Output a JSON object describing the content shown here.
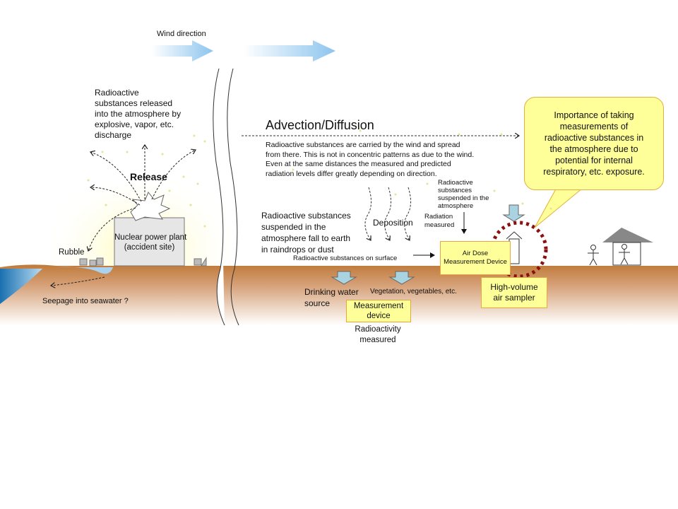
{
  "wind": {
    "label": "Wind direction"
  },
  "release": {
    "description": [
      "Radioactive",
      "substances released",
      "into the atmosphere by",
      "explosive, vapor, etc.",
      "discharge"
    ],
    "title": "Release",
    "plant": [
      "Nuclear power plant",
      "(accident site)"
    ],
    "rubble": "Rubble",
    "seepage": "Seepage into seawater ?"
  },
  "advection": {
    "title": "Advection/Diffusion",
    "text": [
      "Radioactive substances are carried by the wind and spread",
      "from there. This is not in concentric patterns  as due to the wind.",
      "Even at the same distances the measured and predicted",
      "radiation levels differ greatly depending on direction."
    ]
  },
  "deposition": {
    "fall_text": [
      "Radioactive substances",
      "suspended in the",
      "atmosphere fall to earth",
      "in raindrops or dust"
    ],
    "label": "Deposition",
    "surface": "Radioactive substances on surface",
    "suspended": [
      "Radioactive",
      "substances",
      "suspended in the",
      "atmosphere"
    ],
    "radiation_measured": [
      "Radiation",
      "measured"
    ]
  },
  "devices": {
    "air_dose": [
      "Air Dose",
      "Measurement Device"
    ],
    "high_volume": [
      "High-volume",
      "air sampler"
    ],
    "measurement": [
      "Measurement",
      "device"
    ],
    "radioactivity_measured": [
      "Radioactivity",
      "measured"
    ]
  },
  "ground": {
    "drinking_water": [
      "Drinking water",
      "source"
    ],
    "vegetation": "Vegetation, vegetables, etc."
  },
  "callout": {
    "text": [
      "Importance of taking",
      "measurements of",
      "radioactive substances in",
      "the atmosphere due to",
      "potential for internal",
      "respiratory, etc. exposure."
    ]
  },
  "colors": {
    "ground": "#c07a3a",
    "box": "#ffff99",
    "circle": "#8b1010",
    "arrow": "#a9d3e0"
  }
}
